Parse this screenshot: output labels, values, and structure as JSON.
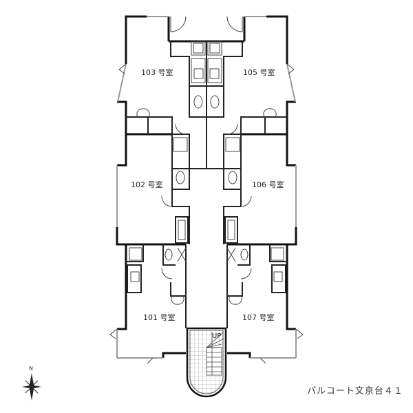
{
  "rooms": [
    {
      "id": "103",
      "label": "103 号室"
    },
    {
      "id": "105",
      "label": "105 号室"
    },
    {
      "id": "102",
      "label": "102 号室"
    },
    {
      "id": "106",
      "label": "106 号室"
    },
    {
      "id": "101",
      "label": "101 号室"
    },
    {
      "id": "107",
      "label": "107 号室"
    }
  ],
  "stairs_label": "UP",
  "compass_label": "N",
  "building_name": "パルコート文京台４１",
  "colors": {
    "wall": "#111111",
    "window": "#999999",
    "line": "#444444"
  }
}
